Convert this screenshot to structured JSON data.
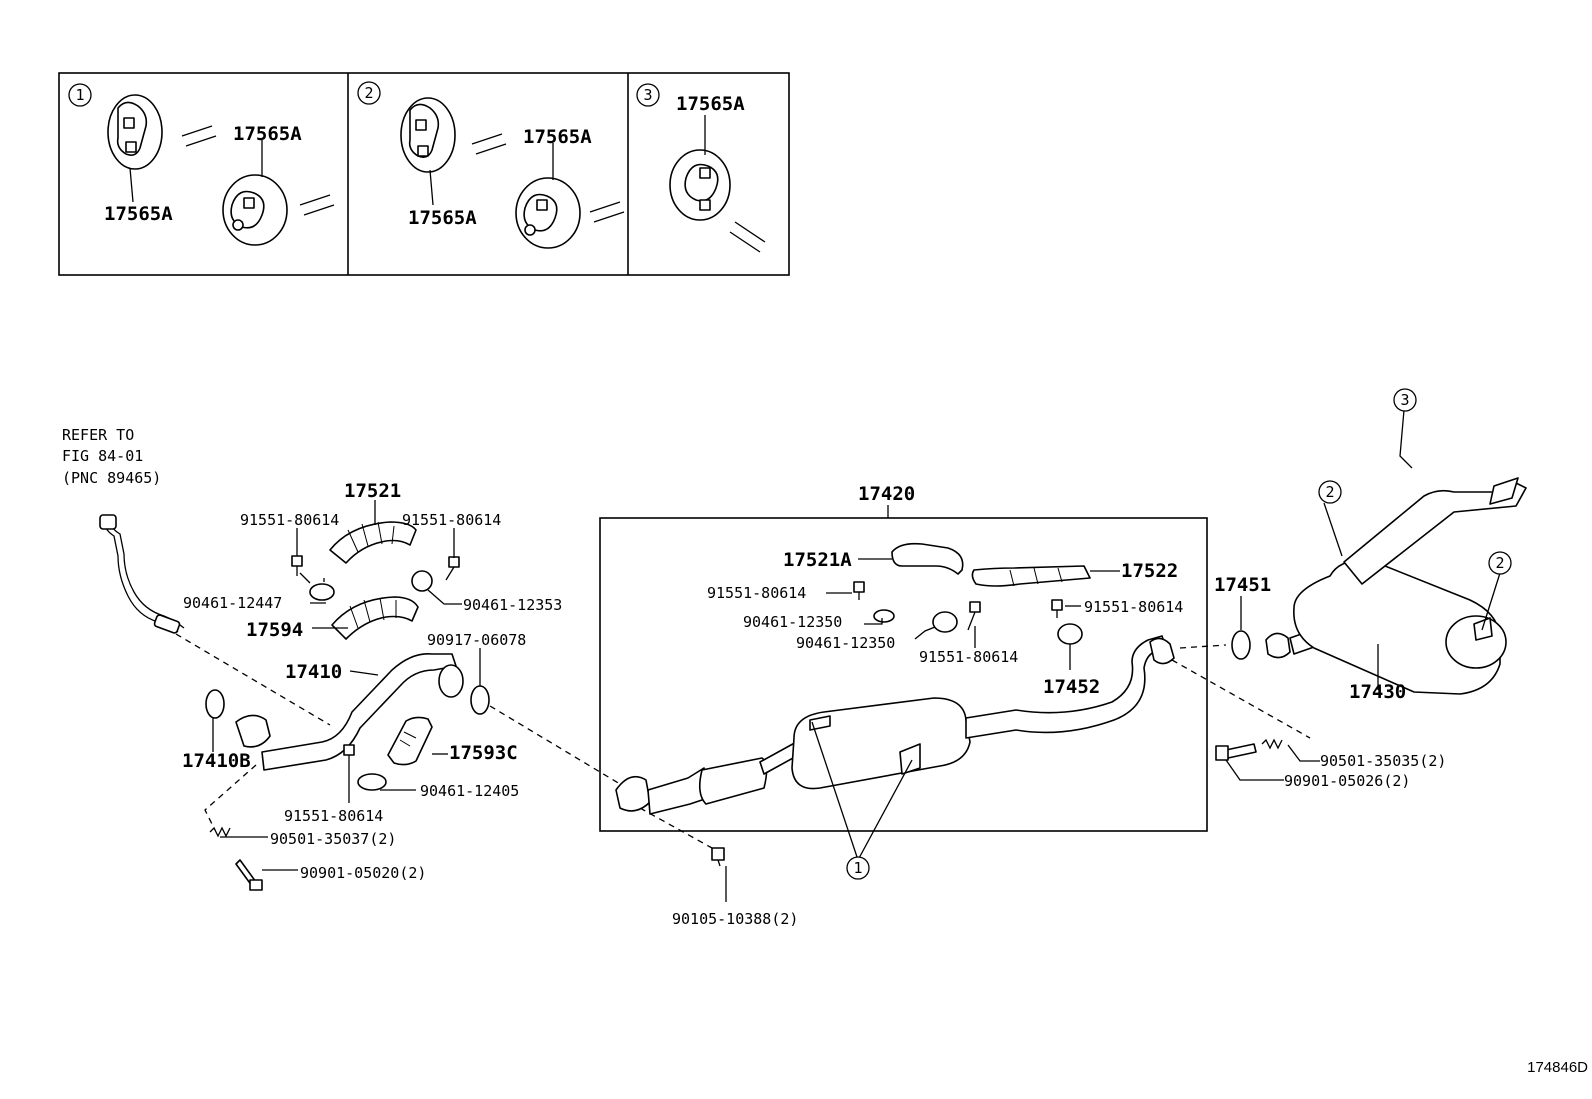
{
  "diagram_code": "174846D",
  "reference_note": {
    "line1": "REFER TO",
    "line2": "FIG 84-01",
    "line3": "(PNC 89465)"
  },
  "inset_panels": [
    {
      "marker": "1",
      "labels": [
        "17565A",
        "17565A"
      ]
    },
    {
      "marker": "2",
      "labels": [
        "17565A",
        "17565A"
      ]
    },
    {
      "marker": "3",
      "labels": [
        "17565A"
      ]
    }
  ],
  "assembly_marker": "17420",
  "callout_markers": {
    "hanger_1": "1",
    "hanger_2": "2",
    "hanger_3": "3"
  },
  "part_labels": {
    "p17521": "17521",
    "p91551_a": "91551-80614",
    "p91551_b": "91551-80614",
    "p90461_12447": "90461-12447",
    "p90461_12353": "90461-12353",
    "p17594": "17594",
    "p90917": "90917-06078",
    "p17410": "17410",
    "p17410b": "17410B",
    "p17593c": "17593C",
    "p90461_12405": "90461-12405",
    "p91551_c": "91551-80614",
    "p90501_35037": "90501-35037(2)",
    "p90901_05020": "90901-05020(2)",
    "p17521a": "17521A",
    "p17522": "17522",
    "p91551_d": "91551-80614",
    "p90461_12350_a": "90461-12350",
    "p90461_12350_b": "90461-12350",
    "p91551_e": "91551-80614",
    "p91551_f": "91551-80614",
    "p17452": "17452",
    "p17451": "17451",
    "p17430": "17430",
    "p90501_35035": "90501-35035(2)",
    "p90901_05026": "90901-05026(2)",
    "p90105": "90105-10388(2)"
  }
}
